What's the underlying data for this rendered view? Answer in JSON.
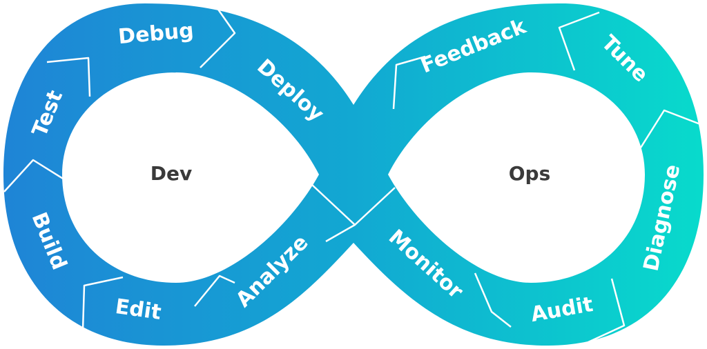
{
  "diagram": {
    "colors": {
      "gradient_start": "#1f84d6",
      "gradient_mid": "#12a8d2",
      "gradient_end": "#08dbcc",
      "center_text": "#3a3a3a"
    },
    "loops": {
      "dev": {
        "label": "Dev"
      },
      "ops": {
        "label": "Ops"
      }
    },
    "stages": {
      "debug": "Debug",
      "deploy": "Deploy",
      "test": "Test",
      "build": "Build",
      "edit": "Edit",
      "analyze": "Analyze",
      "feedback": "Feedback",
      "tune": "Tune",
      "diagnose": "Diagnose",
      "audit": "Audit",
      "monitor": "Monitor"
    }
  }
}
